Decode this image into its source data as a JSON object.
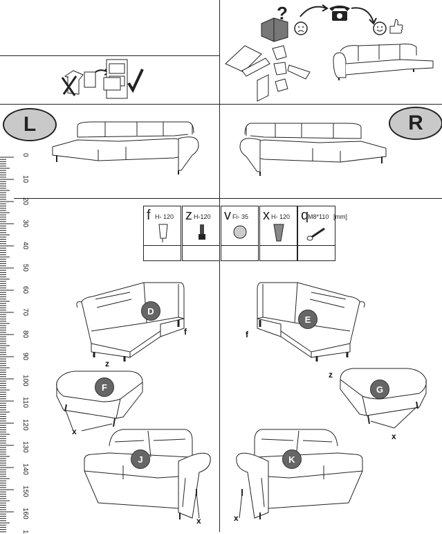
{
  "side_badges": {
    "left": "L",
    "right": "R"
  },
  "ruler_labels": [
    "0",
    "10",
    "20",
    "30",
    "40",
    "50",
    "60",
    "70",
    "80",
    "90",
    "100",
    "110",
    "120",
    "130",
    "140",
    "150",
    "160",
    "1"
  ],
  "hardware": [
    {
      "letter": "f",
      "spec": "H- 120"
    },
    {
      "letter": "z",
      "spec": "H-120"
    },
    {
      "letter": "v",
      "spec": "Fi- 35"
    },
    {
      "letter": "x",
      "spec": "H- 120"
    },
    {
      "letter": "q",
      "spec": "M8*110"
    }
  ],
  "unit_label": "[mm]",
  "module_tags": {
    "D": "D",
    "E": "E",
    "F": "F",
    "G": "G",
    "J": "J",
    "K": "K"
  },
  "part_markers": {
    "f": "f",
    "z": "z",
    "x": "x"
  },
  "icons": [
    "recycle-box-x-icon",
    "filing-cabinet-check-icon",
    "damaged-box-question-icon",
    "sad-face-icon",
    "telephone-icon",
    "happy-face-icon",
    "thumbs-up-icon",
    "packaging-parts-icon",
    "corner-sofa-icon"
  ]
}
